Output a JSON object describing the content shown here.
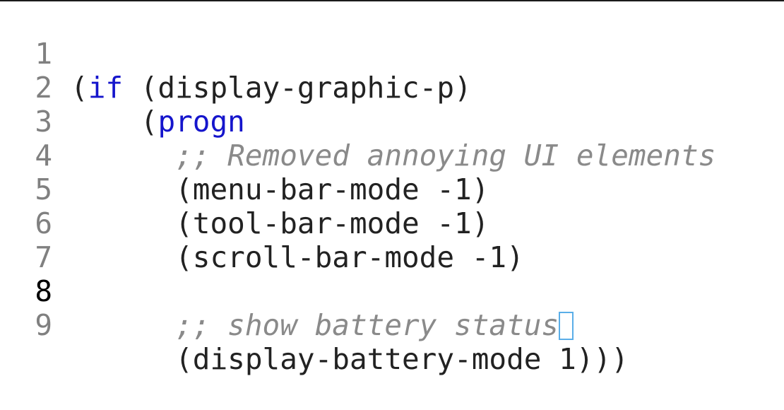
{
  "editor": {
    "colors": {
      "keyword": "#1515cc",
      "comment": "#8a8a8a",
      "text": "#222222",
      "line_number": "#808080",
      "line_number_current": "#000000",
      "cursor": "#5aaee8"
    },
    "current_line": "8",
    "lines": [
      {
        "number": "1",
        "indent": "",
        "pre": "(",
        "keyword": "if",
        "text": " (display-graphic-p)",
        "comment": ""
      },
      {
        "number": "2",
        "indent": "    ",
        "pre": "(",
        "keyword": "progn",
        "text": "",
        "comment": ""
      },
      {
        "number": "3",
        "indent": "      ",
        "pre": "",
        "keyword": "",
        "text": "",
        "comment": ";; Removed annoying UI elements"
      },
      {
        "number": "4",
        "indent": "      ",
        "pre": "",
        "keyword": "",
        "text": "(menu-bar-mode -1)",
        "comment": ""
      },
      {
        "number": "5",
        "indent": "      ",
        "pre": "",
        "keyword": "",
        "text": "(tool-bar-mode -1)",
        "comment": ""
      },
      {
        "number": "6",
        "indent": "      ",
        "pre": "",
        "keyword": "",
        "text": "(scroll-bar-mode -1)",
        "comment": ""
      },
      {
        "number": "7",
        "indent": "",
        "pre": "",
        "keyword": "",
        "text": "",
        "comment": ""
      },
      {
        "number": "8",
        "indent": "      ",
        "pre": "",
        "keyword": "",
        "text": "",
        "comment": ";; show battery status"
      },
      {
        "number": "9",
        "indent": "      ",
        "pre": "",
        "keyword": "",
        "text": "(display-battery-mode 1)))",
        "comment": ""
      }
    ]
  }
}
